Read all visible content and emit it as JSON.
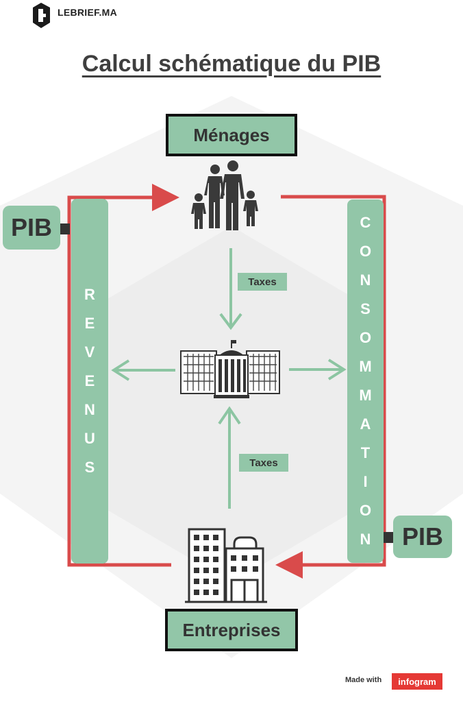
{
  "brand": {
    "name": "LEBRIEF.MA"
  },
  "title": "Calcul schématique du PIB",
  "nodes": {
    "menages": "Ménages",
    "entreprises": "Entreprises"
  },
  "bars": {
    "revenus": [
      "R",
      "E",
      "V",
      "E",
      "N",
      "U",
      "S"
    ],
    "consommation": [
      "C",
      "O",
      "N",
      "S",
      "O",
      "M",
      "M",
      "A",
      "T",
      "I",
      "O",
      "N"
    ]
  },
  "pib_left": "PIB",
  "pib_right": "PIB",
  "taxes_top": "Taxes",
  "taxes_bottom": "Taxes",
  "footer": {
    "made_with": "Made with",
    "tool": "infogram"
  },
  "colors": {
    "accent_green": "#92c6a8",
    "flow_red": "#d94b4b",
    "arrow_green": "#8cc5a2"
  },
  "icons": [
    "family-icon",
    "government-building-icon",
    "office-buildings-icon"
  ]
}
